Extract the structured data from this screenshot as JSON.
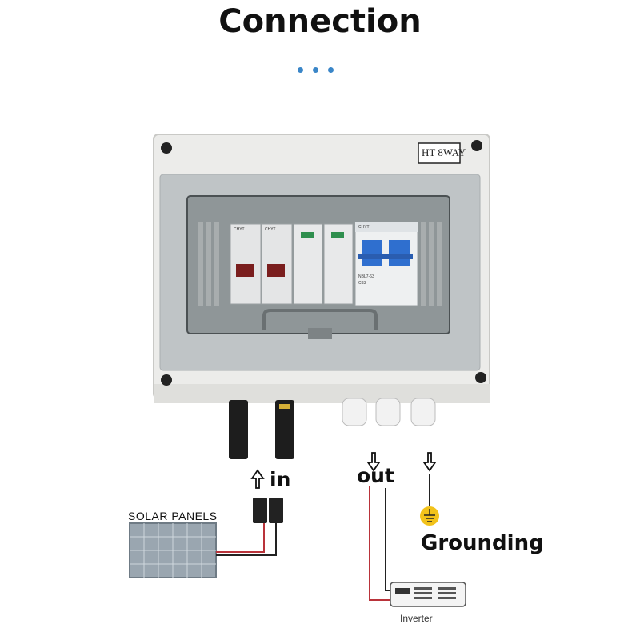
{
  "title": "Connection",
  "accent_color": "#3a86c8",
  "box_label": "HT 8WAY",
  "breaker_brand": "CHYT",
  "breaker_model": "NBL7-63",
  "breaker_rating": "C63",
  "labels": {
    "in": "in",
    "out": "out",
    "grounding": "Grounding",
    "solar_panels": "SOLAR PANELS",
    "inverter": "Inverter"
  },
  "icons": {
    "in_arrow": "arrow-up-outline-icon",
    "out_arrow": "arrow-down-outline-icon",
    "ground_arrow": "arrow-down-outline-icon",
    "ground_symbol": "ground-icon"
  },
  "colors": {
    "enclosure": "#e9e9e6",
    "cover": "#c7cbcc",
    "breaker_toggle": "#2f6fcf",
    "ground_badge": "#f2c21a",
    "wire_red": "#b9333a",
    "wire_black": "#222222"
  }
}
